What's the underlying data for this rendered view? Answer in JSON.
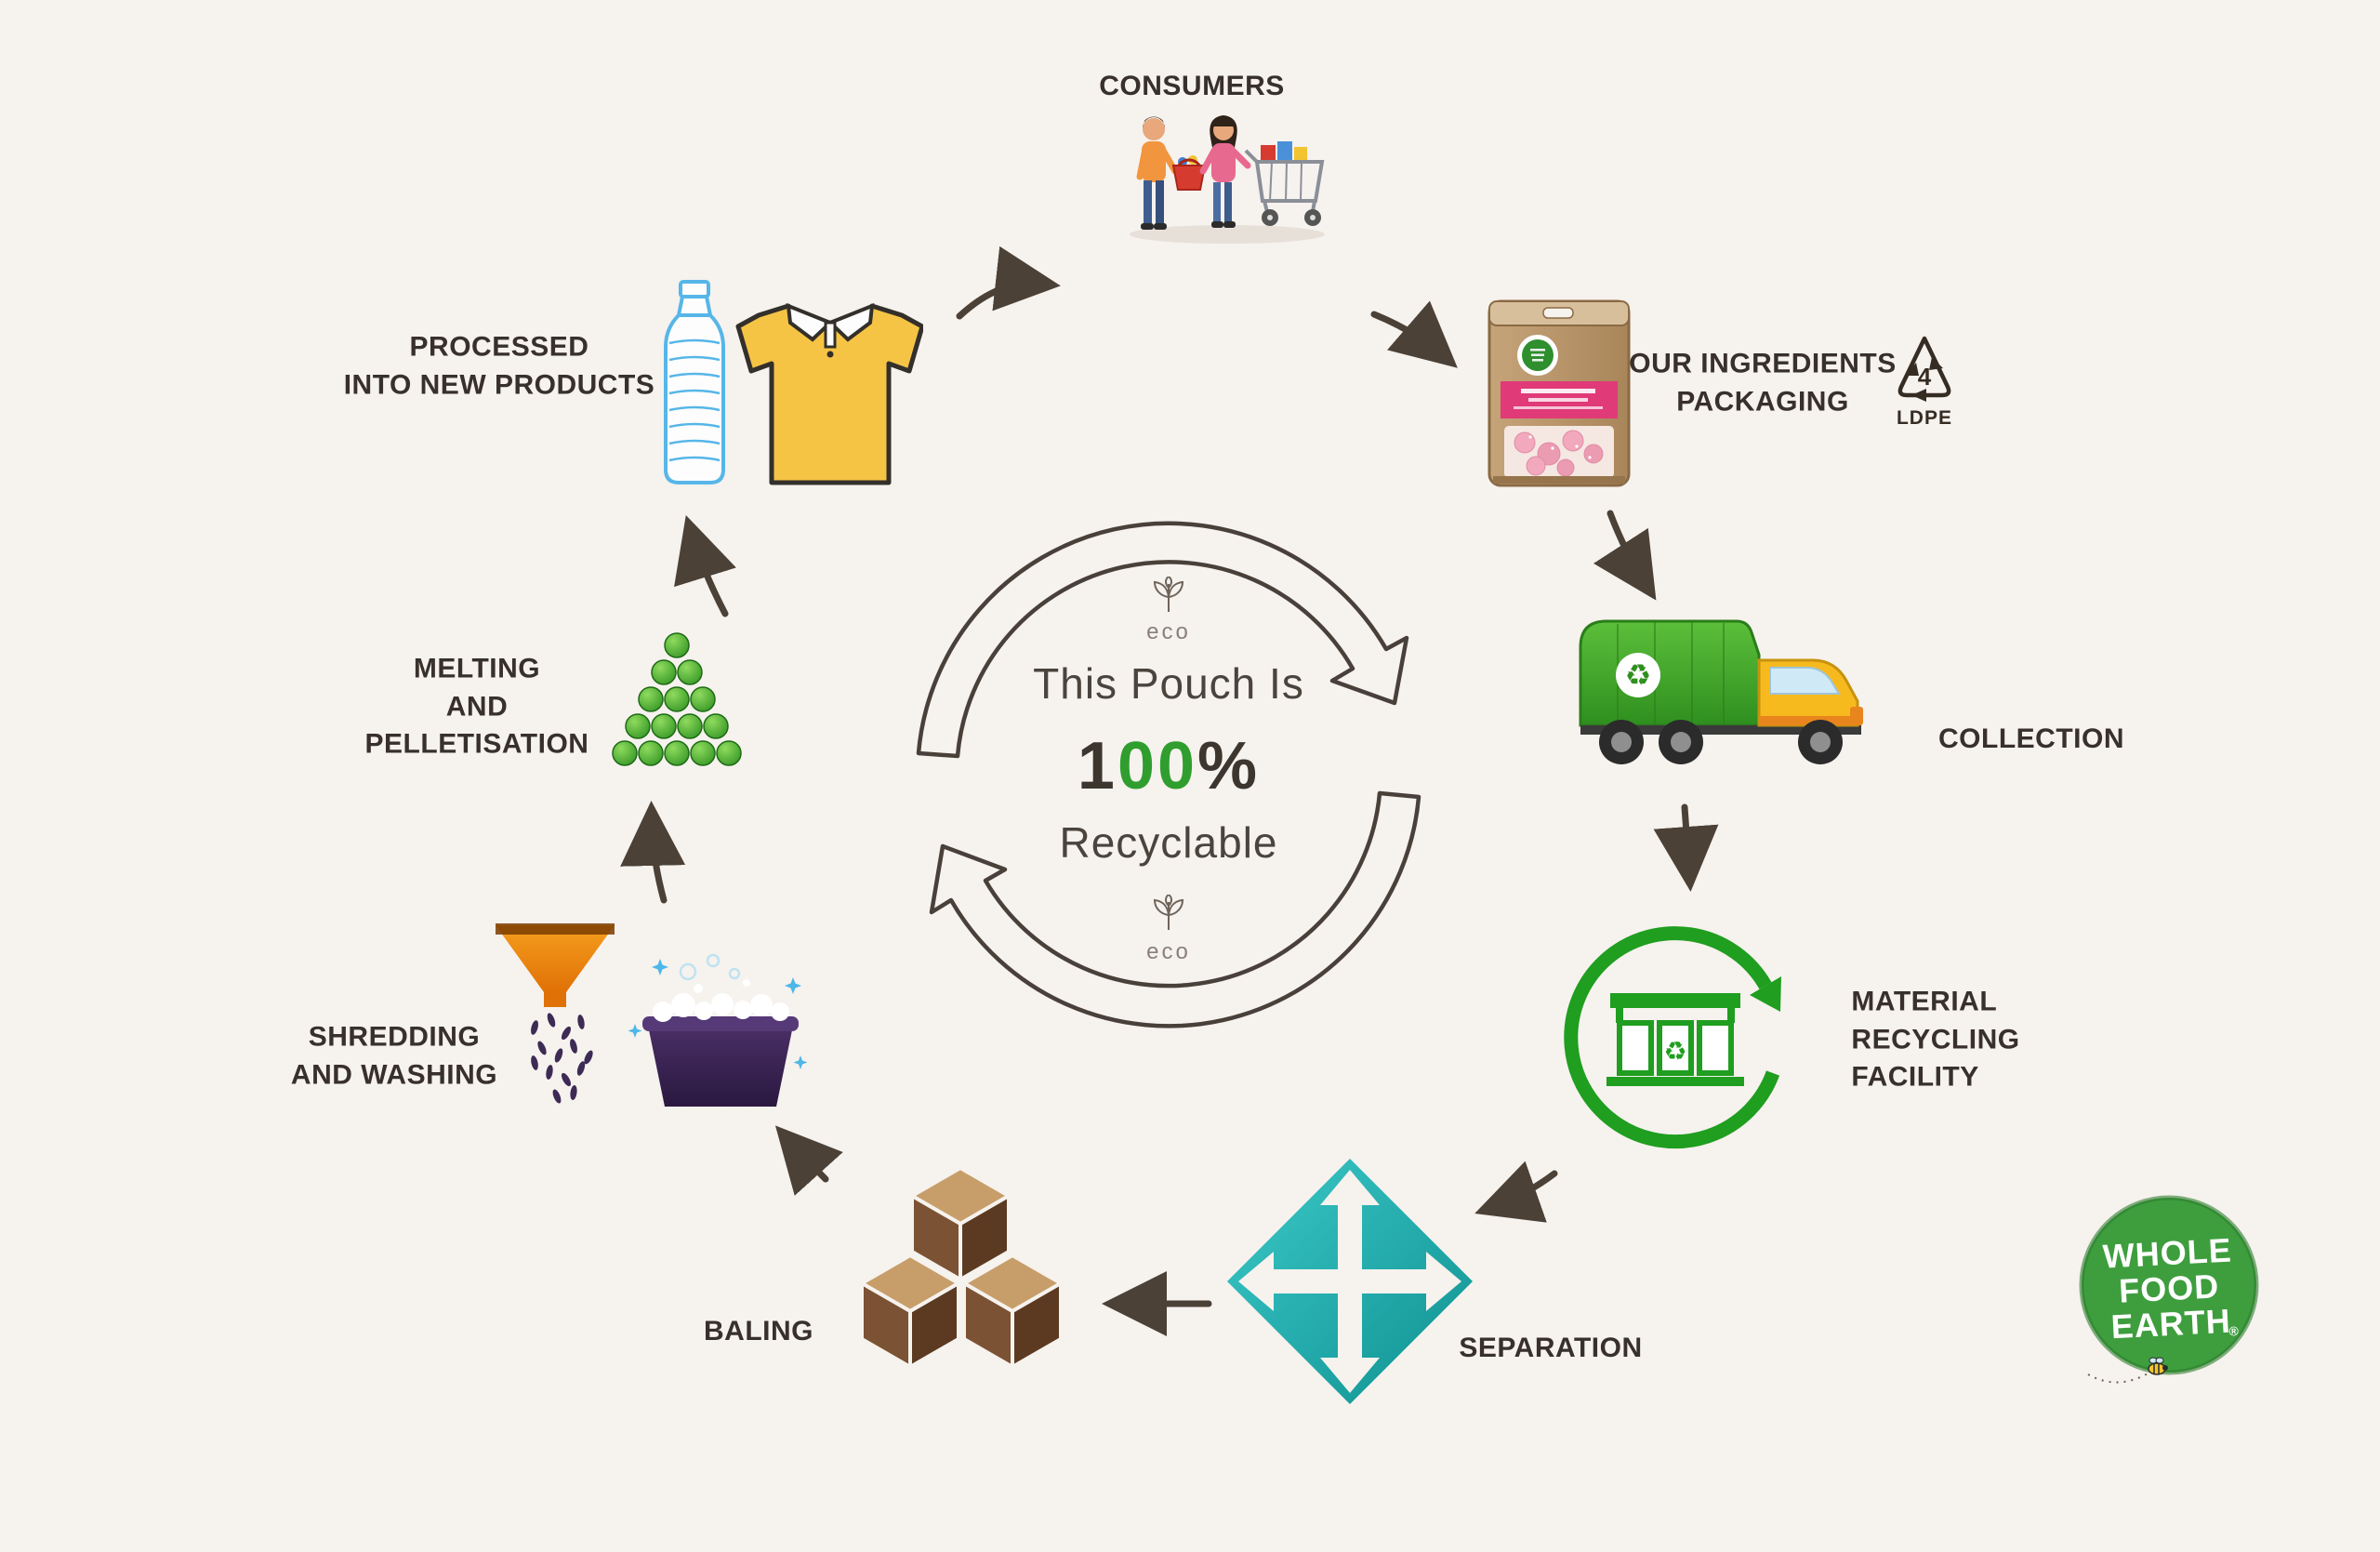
{
  "background": "#f6f2ee",
  "center": {
    "eco_top": "eco",
    "line1": "This Pouch Is",
    "pct_one": "1",
    "pct_zeros": "00",
    "pct_sign": "%",
    "line2": "Recyclable",
    "eco_bottom": "eco"
  },
  "nodes": {
    "consumers": {
      "label": "CONSUMERS"
    },
    "packaging": {
      "line1": "OUR INGREDIENTS",
      "line2": "PACKAGING",
      "resin_number": "4",
      "resin_code": "LDPE"
    },
    "collection": {
      "label": "COLLECTION"
    },
    "mrf": {
      "line1": "MATERIAL",
      "line2": "RECYCLING",
      "line3": "FACILITY"
    },
    "separation": {
      "label": "SEPARATION"
    },
    "baling": {
      "label": "BALING"
    },
    "shredding": {
      "line1": "SHREDDING",
      "line2": "AND WASHING"
    },
    "melting": {
      "line1": "MELTING",
      "line2": "AND",
      "line3": "PELLETISATION"
    },
    "new_products": {
      "line1": "PROCESSED",
      "line2": "INTO NEW PRODUCTS"
    }
  },
  "icons": {
    "recycle_symbol": "♻"
  },
  "logo": {
    "line1": "WHOLE",
    "line2": "FOOD",
    "line3": "EARTH",
    "registered": "®"
  },
  "colors": {
    "arrow": "#4b4136",
    "green": "#2f9e2f",
    "teal": "#16aeae",
    "orange": "#f08a1e",
    "kraft": "#b9976b",
    "label_text": "#38302a"
  }
}
